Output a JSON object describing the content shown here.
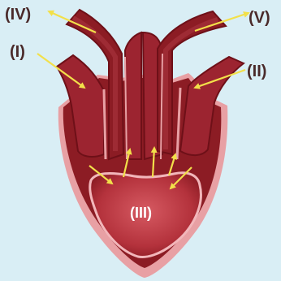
{
  "diagram": {
    "labels": {
      "i": "(I)",
      "ii": "(II)",
      "iii": "(III)",
      "iv": "(IV)",
      "v": "(V)"
    },
    "colors": {
      "background": "#d9eef5",
      "outer_wall": "#e8a0a4",
      "muscle": "#8c1c24",
      "muscle_dark": "#6e1018",
      "chamber_light": "#c0404a",
      "arrow": "#f2e04a",
      "label_text": "#4a2a2a",
      "center_label": "#ffffff"
    }
  }
}
